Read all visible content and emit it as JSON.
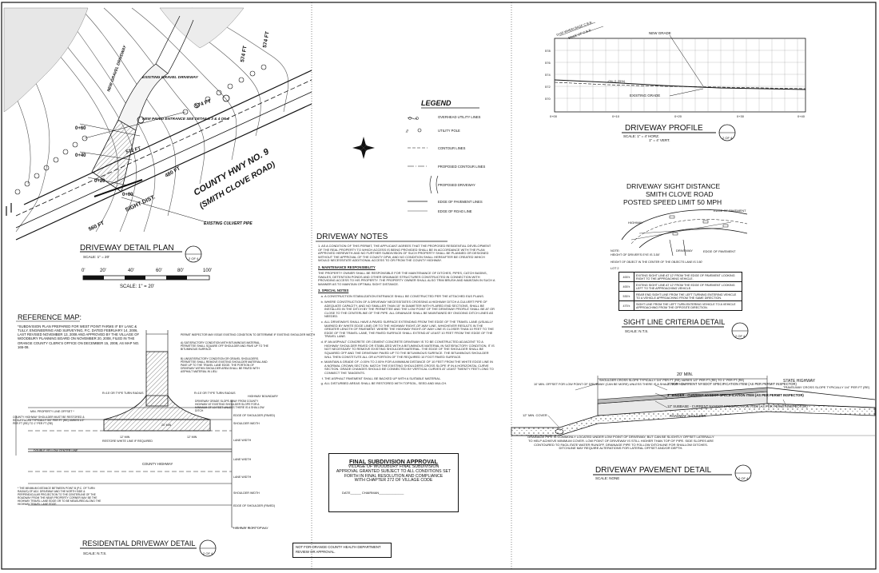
{
  "plan": {
    "title": "DRIVEWAY DETAIL PLAN",
    "scale": "SCALE:   1\" = 20'",
    "sheet": "2 OF 4",
    "bar_scale_ticks": [
      "0'",
      "20'",
      "40'",
      "60'",
      "80'",
      "100'"
    ],
    "bar_scale_text": "SCALE: 1\" = 20'",
    "labels": {
      "existing_gravel": "EXISTING GRAVEL DRIVEWAY",
      "new_paved": "NEW PAVED ENTRANCE SEE DETAILS 3 & 4 OF 4",
      "new_gravel": "NEW GRAVEL DRIVEWAY",
      "sight_dist": "SIGHT DIST.",
      "culvert": "EXISTING CULVERT PIPE",
      "road_name_1": "COUNTY HWY NO. 9",
      "road_name_2": "(SMITH CLOVE ROAD)",
      "dist_574_a": "574 FT",
      "dist_574_b": "574 FT",
      "dist_574_c": "574 FT",
      "dist_572": "572 FT",
      "dist_480": "480 FT",
      "dist_560": "560 FT",
      "sta_0_60": "0+60",
      "sta_0_40": "0+40",
      "sta_0_20": "0+20",
      "sta_0_00": "0+00"
    }
  },
  "legend": {
    "title": "LEGEND",
    "items": [
      "OVERHEAD UTILITY LINES",
      "UTILITY POLE",
      "CONTOUR LINES",
      "PROPOSED CONTOUR LINES",
      "PROPOSED DRIVEWAY",
      "EDGE OF PAVEMENT LINES",
      "EDGE OF ROAD LINE"
    ]
  },
  "profile": {
    "title": "DRIVEWAY PROFILE",
    "scale_1": "SCALE:   1\" = 4' HORZ.",
    "scale_2": "1\" = 4' VERT.",
    "sheet": "2 OF 4",
    "new_grade": "NEW GRADE",
    "existing_grade": "EXISTING GRADE",
    "slope": "-0% (1.25%)",
    "top_label_1": "0+00   WHEELBASE C.B.B.",
    "top_label_2": "EDGE OF C.B.B.",
    "y_ticks": [
      "578",
      "576",
      "574",
      "572",
      "570"
    ],
    "x_ticks": [
      "0+00",
      "0+10",
      "0+20",
      "0+30",
      "0+40"
    ]
  },
  "sight": {
    "title_1": "DRIVEWAY SIGHT DISTANCE",
    "title_2": "SMITH CLOVE ROAD",
    "title_3": "POSTED SPEED LIMIT 50 MPH",
    "edge_label": "EDGE OF PAVEMENT",
    "highway": "HIGHWAY",
    "driveway": "DRIVEWAY",
    "note_1": "NOTE:",
    "note_2": "HEIGHT OF DRIVER'S EYE IS 3.50'",
    "note_3": "HEIGHT OF OBJECT IN THE CENTER OF THE OBJECTS LANE IS 3.50'",
    "note_4": "LOT 2",
    "criteria_title": "SIGHT LINE CRITERIA DETAIL",
    "criteria_scale": "SCALE:   N.T.S.",
    "criteria_sheet": "2 OF 4",
    "rows": [
      {
        "dist": "400'±",
        "text": "EXITING SIGHT LINE AT 12' FROM THE EDGE OF PAVEMENT LOOKING RIGHT TO THE APPROACHING VEHICLE."
      },
      {
        "dist": "400'±",
        "text": "EXITING SIGHT LINE AT 12' FROM THE EDGE OF PAVEMENT LOOKING LEFT TO THE APPROACHING VEHICLE."
      },
      {
        "dist": "530'±",
        "text": "REAR END SIGHT LINE FROM THE LEFT TURNING ENTERING VEHICLE TO A VEHICLE APPROACHING FROM THE SAME DIRECTION."
      },
      {
        "dist": "470'±",
        "text": "SIGHT LINE FROM THE LEFT TURN ENTERING VEHICLE TO A VEHICLE APPROACHING FROM THE OPPOSITE DIRECTION."
      }
    ]
  },
  "notes": {
    "title": "DRIVEWAY NOTES",
    "p1": "1. AS A CONDITION OF THIS PERMIT, THE APPLICANT AGREES THAT THE PROPOSED RESIDENTIAL DEVELOPMENT OF THE REAL PROPERTY TO WHICH ACCESS IS BEING PROVIDED SHALL BE IN ACCORDANCE WITH THE PLAN APPROVED HEREWITH AND NO FURTHER SUBDIVISION OF SUCH PROPERTY SHALL BE PLANNED OR DESIGNED WITHOUT THE APPROVAL OF THE COUNTY DPW, AND NO CONDITION SHALL HEREAFTER BE CREATED WHICH WOULD NECESSITATE ADDITIONAL ACCESS TO OR FROM THE COUNTY HIGHWAY.",
    "h2": "2. MAINTENANCE RESPONSIBILITY",
    "p2": "THE PROPERTY OWNER SHALL BE RESPONSIBLE FOR THE MAINTENANCE OF DITCHES, PIPES, CATCH BASINS, SWALES, DETENTION PONDS AND OTHER DRAINAGE STRUCTURES CONSTRUCTED IN CONNECTION WITH PROVIDING ACCESS TO HIS PROPERTY. THE PROPERTY OWNER SHALL ALSO TRIM BRUSH AND MAINTAIN IN SUCH A MANNER AS TO MAINTAIN OPTIMAL SIGHT DISTANCE.",
    "h3": "3. SPECIAL NOTES",
    "items": [
      "A CONSTRUCTION STABILIZATION ENTRANCE SHALL BE CONSTRUCTED PER THE ATTACHED E&S PLANS.",
      "WHERE CONSTRUCTION OF A DRIVEWAY NECESSITATES CROSSING A HIGHWAY DITCH A CULVERT PIPE OF ADEQUATE CAPACITY, AND NO SMALLER THAN 15\" IN DIAMETER WITH FLARED END SECTIONS, SHALL BE INSTALLED IN THE DITCH BY THE PERMITTEE AND THE LOW POINT OF THE DRIVEWAY PROFILE SHALL BE AT OR CLOSE TO THE CENTERLINE OF THE PIPE. ALL DRAINAGE SHALL BE MAINTAINED BY ONGOING DITCH LINES AS NEEDED.",
      "ALL DRIVEWAYS SHALL HAVE A PAVED SURFACE EXTENDING FROM THE EDGE OF THE TRAVEL LANE (USUALLY MARKED BY WHITE EDGE LINE) OR TO THE HIGHWAY RIGHT-OF-WAY LINE, WHICHEVER RESULTS IN THE GREATER LENGTH OF PAVEMENT. WHERE THE HIGHWAY RIGHT-OF-WAY LINE IS CLOSER THAN 10 FEET TO THE EDGE OF THE TRAVEL LANE, THE PAVED SURFACE SHALL EXTEND AT LEAST 10 FEET FROM THE EDGE OF THE TRAVEL LANE.",
      "IF AN ASPHALT CONCRETE OR CEMENT CONCRETE DRIVEWAY IS TO BE CONSTRUCTED ADJACENT TO A HIGHWAY SHOULDER PAVED OR STABILIZED WITH A BITUMINOUS MATERIAL IN SATISFACTORY CONDITION, IT IS NOT NECESSARY TO REMOVE EXISTING SHOULDER MATERIAL. THE EDGE OF THE SHOULDER SHALL BE SQUARED OFF AND THE DRIVEWAY PAVED UP TO THE BITUMINOUS SURFACE. THE BITUMINOUS SHOULDER WILL THEN CONSTITUTE ALL OR A PORTION OF THE REQUIRED 10 FOOT PAVED SURFACE.",
      "MAINTAIN A GRADE OF -0.00% TO 2.00% FOR A MINIMUM DISTANCE OF 10 FEET FROM THE WHITE EDGE LINE IN A NORMAL CROWN SECTION. MATCH THE EXISTING SHOULDERS CROSS SLOPE IF IN A HORIZONTAL CURVE SECTION. GRADE CHANGES SHOULD BE CONNECTED BY VERTICAL CURVES AT LEAST TWENTY FEET LONG TO CONNECT THE TANGENTS.",
      "THE ASPHALT PAVEMENT SHALL BE BACKED UP WITH A SUITABLE MATERIAL.",
      "ALL DISTURBED AREAS SHALL BE RESTORED WITH TOPSOIL, SEED AND MULCH."
    ]
  },
  "approval": {
    "title": "FINAL SUBDIVISION APPROVAL",
    "line1": "VILLAGE OF WOODBURY FINAL SUBDIVISION",
    "line2": "APPROVAL GRANTED SUBJECT TO ALL CONDITIONS SET",
    "line3": "FORTH IN FINAL RESOLUTION AND COMPLIANCE",
    "line4": "WITH CHAPTER 272 OF VILLAGE CODE",
    "sign": "DATE______ CHAIRMAN______________"
  },
  "nfo": "NOT FOR ORANGE COUNTY HEALTH DEPARTMENT REVIEW OR APPROVAL.",
  "reference": {
    "title": "REFERENCE MAP:",
    "text": "*SUBDIVISION PLAN PREPARED FOR WEST POINT FARMS II* BY LANC & TULLY, ENGINEERING AND SURVEYING, P.C. DATED FEBRUARY 14, 2006, LAST REVISED NOVEMBER 13, 2008 AND APPROVED BY THE VILLAGE OF WOODBURY PLANNING BOARD ON NOVEMBER 20, 2008, FILED IN THE ORANGE COUNTY CLERK'S OFFICE ON DECEMBER 15, 2008, AS MAP NO. 165-08."
  },
  "residential": {
    "title": "RESIDENTIAL DRIVEWAY DETAIL",
    "scale": "SCALE:   N.T.S.",
    "sheet": "2 OF 4",
    "permit_note": "PERMIT INSPECTOR MAY ISSUE EXISTING CONDITION TO DETERMINE IF EXISTING SHOULDER WIDTH",
    "note_a": "A) SATISFACTORY CONDITION WITH BITUMINOUS MATERIAL. PERMITTEE SHALL SQUARE OFF SHOULDER AND PAVE UP TO THE BITUMINOUS SURFACE.",
    "note_b": "B) UNSATISFACTORY CONDITION OR GRAVEL SHOULDERS. PERMITTEE SHALL REMOVE EXISTING SHOULDER MATERIAL AND PAVE UP TO THE TRAVEL LANE EDGE. THE PORTION OF DRIVEWAY WITHIN SHOULDER AREA SHALL BE PAVED WITH ASPHALT MATERIAL IN LIEU.",
    "driveway_slope": "DRIVEWAY GRADE SLOPE AWAY FROM COUNTY HIGHWAY AT EXISTING SHOULDER SLOPE FOR A MINIMUM OF 10 FEET UNLESS THERE IS A SHALLOW DITCH",
    "shoulder_width": "SHOULDER WIDTH",
    "shoulder_edge": "EDGE OF SHOULDER (PAVED)",
    "lane_width_1": "LANE WIDTH",
    "lane_width_2": "LANE WIDTH",
    "lane_width_3": "LANE WIDTH",
    "row_boundary": "HIGHWAY BOUNDARY",
    "prop_line": "MIN. PROPERTY LINE OFFSET *",
    "double_yellow": "DOUBLE YELLOW CENTER LINE",
    "county_hwy": "COUNTY HIGHWAY",
    "county_hwy_shoulder": "COUNTY HIGHWAY SHOULDER MUST BE RESTORED & RESURFACED TYPICALLY 3/4\" PER FT (RE) VARIES 1/2\" PER FT (RE) TO 1\" PER FT (RE)",
    "fifteen_r": "R=15' OR TYPE TURN RADIUS",
    "twenty_min": "20' MIN",
    "restore": "RESTORE WHITE LINE IF REQUIRED",
    "shoulder_width_2": "SHOULDER WIDTH",
    "edge_shoulder_2": "EDGE OF SHOULDER (PAVED)",
    "hwy_row": "HIGHWAY RIGHT OF WAY",
    "min_dist": "* THE MINIMUM DISTANCE BETWEEN POINT B (P.C. OF TURN RADIUS) OF ADJ. DRIVEWAY AND THE NORTH SIDE & PERPENDICULAR PROJECTION TO THE CENTERLINE OF THE ROADWAY FROM THE NEAR PROPERTY CORNER MAY BE THE HIGHWAY TRAVEL LANE EDGE OR TO BE MEASURED ALONG THE HIGHWAY TRAVEL LANE EDGE.",
    "width_12": "12' MIN",
    "width_12b": "12' MIN"
  },
  "pavement": {
    "title": "DRIVEWAY PAVEMENT DETAIL",
    "scale": "SCALE:   NONE",
    "sheet": "2 OF 4",
    "width": "20' MIN.",
    "offset": "10' MIN. OFFSET FOR LOW POINT OF DRIVEWAY (CAN BE MORE) UNLESS THERE IS A SHALLOW DITCH",
    "shoulder": "SHOULDER CROSS SLOPE TYPICALLY 3/4\" PER FT (RE) VARIES 1/2\" PER FT (RE) TO 1\" PER FT (RE)",
    "top": "2\" TOP - CURRENT NYSDOT SPECIFICATION ITEM (AS PER PERMIT INSPECTOR)",
    "binder": "3\" BINDER - CURRENT NYSDOT SPECIFICATION ITEM (AS PER PERMIT INSPECTOR)",
    "subbase": "12\" SUBBASE - CURRENT NYSDOT SPECIFICATION ITEM (AS PER PERMIT INSPECTOR)",
    "roadway_shoulder": "ROADWAY SHOULDER",
    "state_hwy": "STATE HIGHWAY",
    "travelway": "TRAVELWAY CROSS SLOPE TYPICALLY 1/4\" PER FT (RE)",
    "cover": "12\" MIN. COVER",
    "drainage": "DRAINAGE PIPE IS COMMONLY LOCATED UNDER LOW POINT OF DRIVEWAY, BUT CAN BE SLIGHTLY OFFSET LATERALLY TO HELP ACHIEVE MINIMUM COVER. LOW POINT OF DRIVEWAY IS STILL HIGHER THAN TOP OF PIPE. SIDE SLOPES ARE CONTOURED TO FACILITATE WATER RUNOFF. DRAINAGE PIPE TO FOLLOW DITCHLINE FOR SHALLOW DITCHES. DITCHLINE MAY REQUIRE ALTERATIONS FOR LATERAL OFFSET AND/OR DEPTH."
  },
  "colors": {
    "ink": "#111111",
    "paper": "#ffffff",
    "hatch": "#777777"
  }
}
